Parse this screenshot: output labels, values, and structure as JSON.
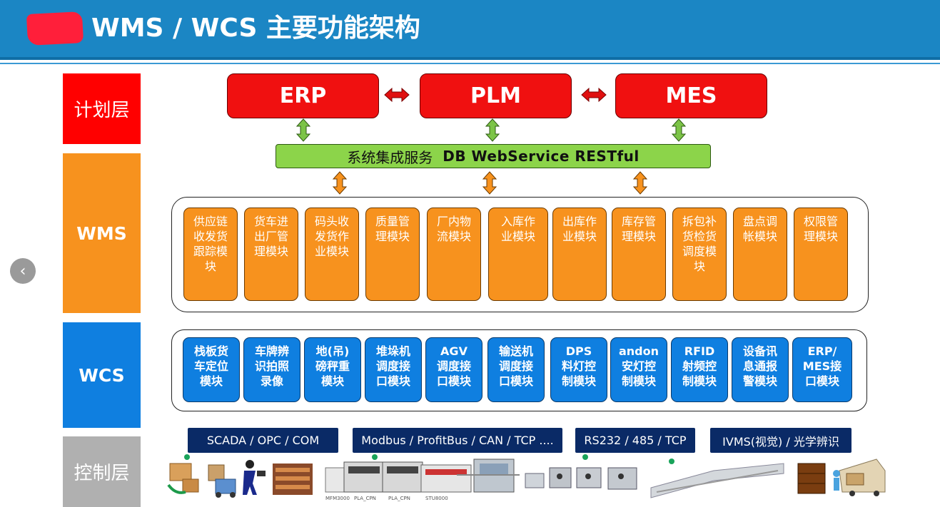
{
  "header": {
    "title": "WMS / WCS 主要功能架构"
  },
  "layers": {
    "plan": "计划层",
    "wms": "WMS",
    "wcs": "WCS",
    "control": "控制层"
  },
  "systems": [
    "ERP",
    "PLM",
    "MES"
  ],
  "integration": {
    "label": "系统集成服务",
    "protocols": "DB  WebService  RESTful"
  },
  "wms_modules": [
    "供应链\n收发货\n跟踪模\n块",
    "货车进\n出厂管\n理模块",
    "码头收\n发货作\n业模块",
    "质量管\n理模块",
    "厂内物\n流模块",
    "入库作\n业模块",
    "出库作\n业模块",
    "库存管\n理模块",
    "拆包补\n货检货\n调度模\n块",
    "盘点调\n帐模块",
    "权限管\n理模块"
  ],
  "wcs_modules": [
    "栈板货\n车定位\n模块",
    "车牌辨\n识拍照\n录像",
    "地(吊)\n磅秤重\n模块",
    "堆垛机\n调度接\n口模块",
    "AGV\n调度接\n口模块",
    "输送机\n调度接\n口模块",
    "DPS\n料灯控\n制模块",
    "andon\n安灯控\n制模块",
    "RFID\n射频控\n制模块",
    "设备讯\n息通报\n警模块",
    "ERP/\nMES接\n口模块"
  ],
  "protocols": [
    "SCADA / OPC / COM",
    "Modbus / ProfitBus / CAN / TCP ....",
    "RS232 / 485 / TCP",
    "IVMS(视觉) / 光学辨识"
  ],
  "equipment_labels": [
    "MFM3000",
    "PLA_CPN",
    "PLA_CPN",
    "STU8000"
  ],
  "colors": {
    "header": "#1b86c4",
    "plan": "#ff0000",
    "wms": "#f7921e",
    "wcs": "#0f7fe0",
    "control": "#b0b0b0",
    "integration": "#8cd44a",
    "protocol": "#0a2a66",
    "arrow_red": "#e01010",
    "arrow_green": "#7cc447",
    "arrow_orange": "#f7921e"
  },
  "icons": [
    "prev-arrow-icon",
    "bidirectional-arrow-icon",
    "equipment-illustration"
  ]
}
